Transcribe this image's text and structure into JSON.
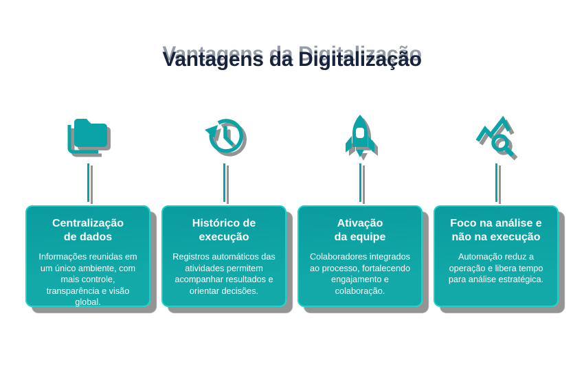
{
  "title": "Vantagens da Digitalização",
  "colors": {
    "accent_teal": "#0AA3A6",
    "card_border_teal": "#1CD2C8",
    "card_fill_teal": "#0FA4A4",
    "title_navy": "#16233C",
    "card_text": "#FFFFFF",
    "background": "#FFFFFF",
    "shadow_gray": "rgba(0,0,0,0.42)"
  },
  "cards": [
    {
      "icon": "stacked-folders-icon",
      "title": "Centralização\nde dados",
      "body": "Informações reunidas em um único ambiente, com mais controle, transparência e visão global."
    },
    {
      "icon": "history-clock-icon",
      "title": "Histórico de\nexecução",
      "body": "Registros automáticos das atividades permitem acompanhar resultados e orientar decisões."
    },
    {
      "icon": "rocket-icon",
      "title": "Ativação\nda equipe",
      "body": "Colaboradores integrados ao processo, fortalecendo engajamento e colaboração."
    },
    {
      "icon": "chart-magnifier-icon",
      "title": "Foco na análise e\nnão na execução",
      "body": "Automação reduz a operação e libera tempo para análise estratégica."
    }
  ]
}
